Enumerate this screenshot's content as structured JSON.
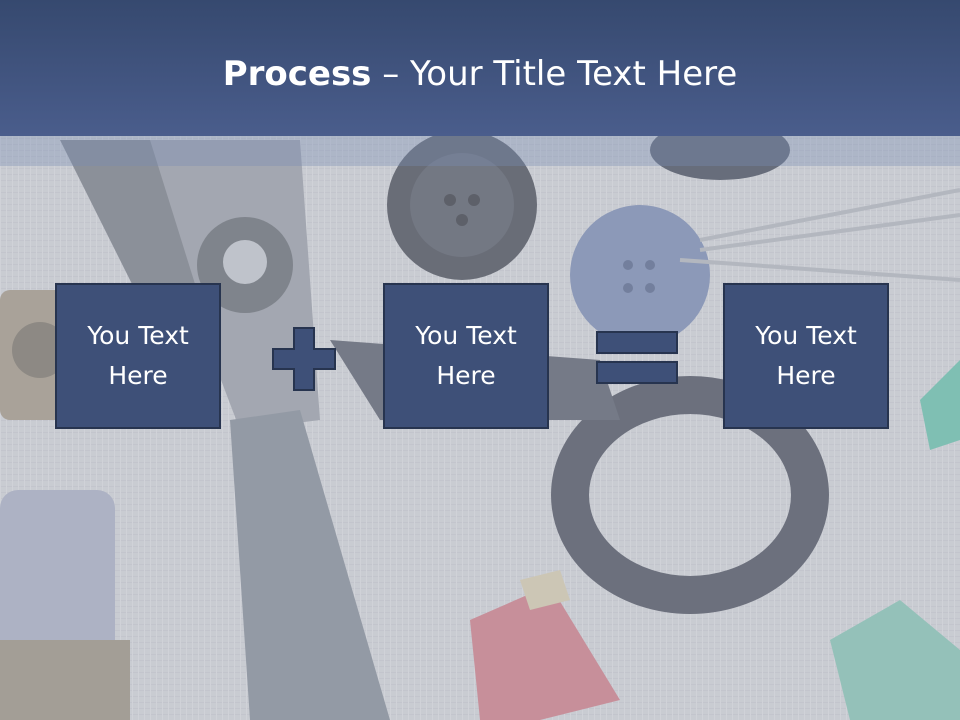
{
  "slide": {
    "title_bold": "Process",
    "title_rest": " – Your Title Text Here"
  },
  "process": {
    "steps": [
      {
        "label": "You Text Here"
      },
      {
        "label": "You Text Here"
      },
      {
        "label": "You Text Here"
      }
    ],
    "operators": [
      "plus-icon",
      "equals-icon"
    ]
  },
  "colors": {
    "title_bar": "#40558a",
    "box_fill": "#3e5078",
    "box_border": "#27344f",
    "operator_fill": "#3e5078",
    "text": "#ffffff"
  }
}
